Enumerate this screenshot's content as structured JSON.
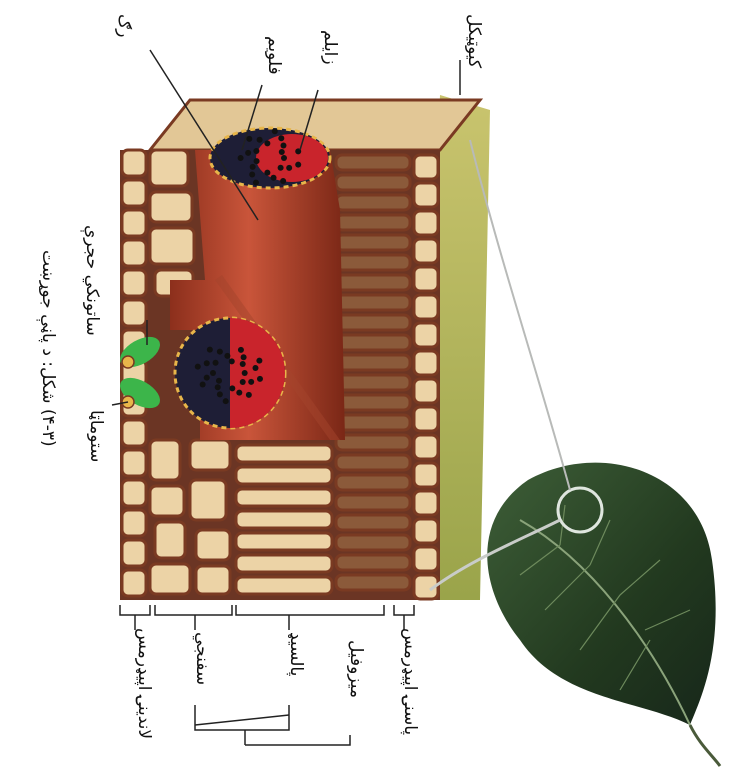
{
  "labels": {
    "cuticle": "کیوټیکل",
    "xylem": "زایلم",
    "phloem": "فلویم",
    "vein": "رګ",
    "guard_cells": "ساتونکي حجرې",
    "stomata": "ستوماټا",
    "caption": "(۴-۳) شکل: د پاڼې جوړښت",
    "upper_epidermis": "پاسنۍ اپیډرمس",
    "mesophyll": "میزوفیل",
    "palisade": "پالسیډ",
    "spongy": "سفنجي",
    "lower_epidermis": "لاندینۍ اپیډرمس"
  },
  "colors": {
    "cell_wall": "#7a3a22",
    "cell_fill": "#ecd3a6",
    "vein": "#b3472d",
    "leaf": "#2c4a2a",
    "xylem": "#c9242c",
    "phloem": "#1e1e36",
    "guard": "#3cb54a"
  }
}
